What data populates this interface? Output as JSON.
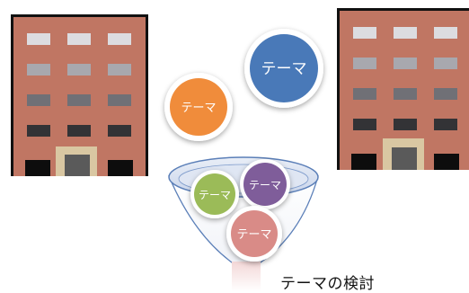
{
  "bubbles": {
    "big_blue": "テーマ",
    "orange": "テーマ",
    "green": "テーマ",
    "purple": "テーマ",
    "pink": "テーマ"
  },
  "caption": "テーマの検討",
  "colors": {
    "blue": "#4A79B8",
    "orange": "#F08C3A",
    "green": "#9BBB59",
    "purple": "#7F5D9A",
    "pink": "#D98B87",
    "building": "#C07663",
    "funnel_line": "#5B7FB8"
  }
}
